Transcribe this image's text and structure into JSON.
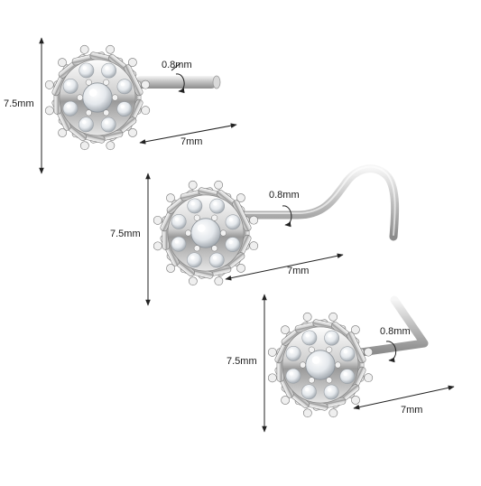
{
  "products": [
    {
      "style": "straight-pin",
      "height_label": "7.5mm",
      "width_label": "7mm",
      "gauge_label": "0.8mm"
    },
    {
      "style": "screw-twist",
      "height_label": "7.5mm",
      "width_label": "7mm",
      "gauge_label": "0.8mm"
    },
    {
      "style": "l-shape",
      "height_label": "7.5mm",
      "width_label": "7mm",
      "gauge_label": "0.8mm"
    }
  ],
  "colors": {
    "background": "#ffffff",
    "metal_light": "#f4f4f4",
    "metal_dark": "#8a8a8a",
    "stone": "#e8ecef",
    "dimension_line": "#222222"
  }
}
